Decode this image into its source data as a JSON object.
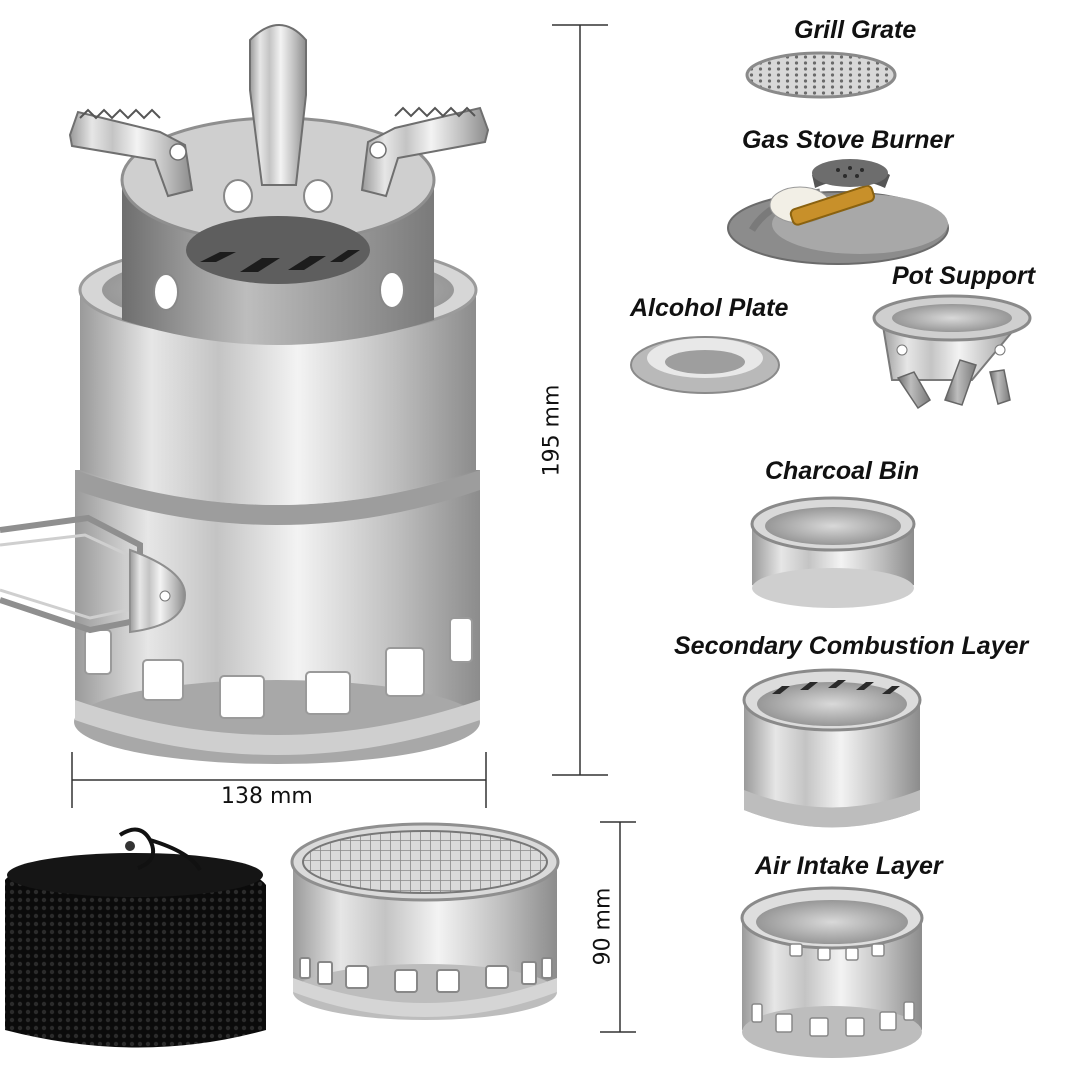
{
  "dimensions": {
    "height_main": "195 mm",
    "width_main": "138 mm",
    "height_small": "90 mm"
  },
  "parts": {
    "grill_grate": "Grill Grate",
    "gas_stove_burner": "Gas Stove Burner",
    "pot_support": "Pot Support",
    "alcohol_plate": "Alcohol Plate",
    "charcoal_bin": "Charcoal Bin",
    "secondary_combustion_layer": "Secondary Combustion Layer",
    "air_intake_layer": "Air Intake Layer"
  },
  "colors": {
    "steel_light": "#e8e8e8",
    "steel_mid": "#b9b9b9",
    "steel_dark": "#7d7d7d",
    "mesh_bag": "#111111",
    "brass": "#c8902a"
  }
}
